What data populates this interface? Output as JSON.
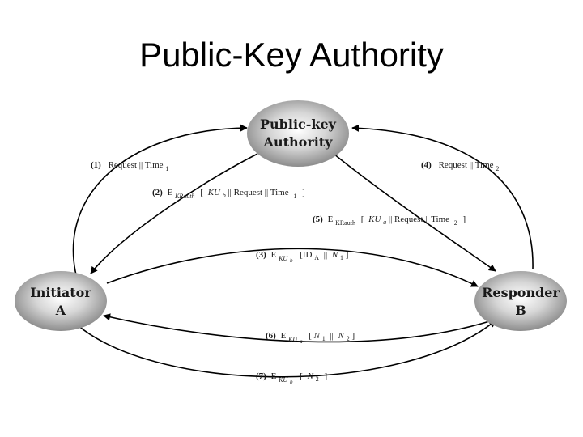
{
  "slide": {
    "title": "Public-Key Authority"
  },
  "nodes": {
    "authority": {
      "line1": "Public-key",
      "line2": "Authority"
    },
    "initiator": {
      "line1": "Initiator",
      "line2": "A"
    },
    "responder": {
      "line1": "Responder",
      "line2": "B"
    }
  },
  "messages": {
    "m1": {
      "num": "(1)",
      "text": "Request || Time",
      "sub": "1"
    },
    "m2": {
      "num": "(2)",
      "e": "E",
      "key_sub": "KRauth",
      "open": "[",
      "key": "KU",
      "key_idx": "b",
      "mid": "|| Request || Time",
      "sub": "1",
      "close": "]"
    },
    "m3": {
      "num": "(3)",
      "e": "E",
      "key_sub": "KU",
      "key_sub_idx": "b",
      "open": "[ID",
      "id_sub": "A",
      "sep": "||",
      "nonce": "N",
      "nonce_sub": "1",
      "close": "]"
    },
    "m4": {
      "num": "(4)",
      "text": "Request || Time",
      "sub": "2"
    },
    "m5": {
      "num": "(5)",
      "e": "E",
      "key_sub": "KRauth",
      "open": "[",
      "key": "KU",
      "key_idx": "a",
      "mid": "|| Request || Time",
      "sub": "2",
      "close": "]"
    },
    "m6": {
      "num": "(6)",
      "e": "E",
      "key_sub": "KU",
      "key_sub_idx": "a",
      "open": "[",
      "nonce1": "N",
      "nonce1_sub": "1",
      "sep": "||",
      "nonce2": "N",
      "nonce2_sub": "2",
      "close": "]"
    },
    "m7": {
      "num": "(7)",
      "e": "E",
      "key_sub": "KU",
      "key_sub_idx": "b",
      "open": "[",
      "nonce": "N",
      "nonce_sub": "2",
      "close": "]"
    }
  }
}
